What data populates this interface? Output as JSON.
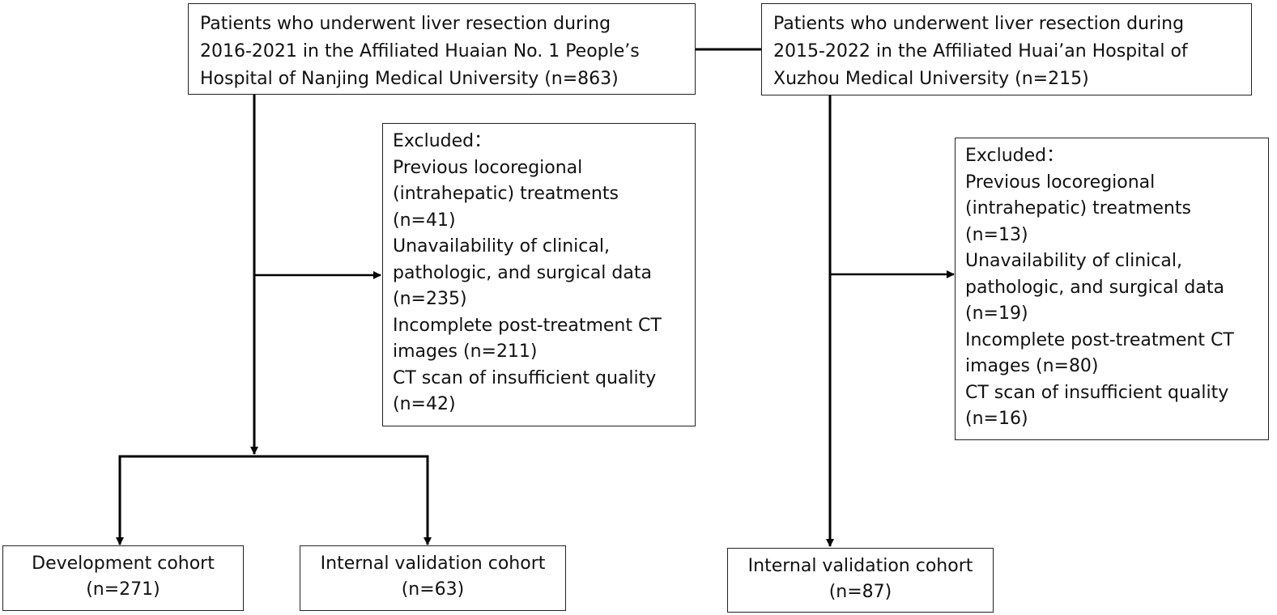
{
  "site1": {
    "source_lines": [
      "Patients who underwent liver resection during",
      "2016-2021 in the Affiliated Huaian No. 1 People’s",
      "Hospital of Nanjing Medical University (n=863)"
    ],
    "excluded_lines": [
      "Excluded：",
      "Previous locoregional",
      "(intrahepatic) treatments",
      "(n=41)",
      "Unavailability of clinical,",
      "pathologic, and surgical data",
      "(n=235)",
      "Incomplete post-treatment CT",
      "images (n=211)",
      "CT scan of insufficient quality",
      "(n=42)"
    ],
    "cohorts": [
      {
        "label": "Development cohort",
        "count": "(n=271)"
      },
      {
        "label": "Internal validation cohort",
        "count": "(n=63)"
      }
    ]
  },
  "site2": {
    "source_lines": [
      "Patients who underwent liver resection during",
      "2015-2022 in the Affiliated Huai’an Hospital of",
      "Xuzhou Medical University (n=215)"
    ],
    "excluded_lines": [
      "Excluded：",
      "Previous locoregional",
      "(intrahepatic) treatments",
      "(n=13)",
      "Unavailability of clinical,",
      "pathologic, and surgical data",
      "(n=19)",
      "Incomplete post-treatment CT",
      "images (n=80)",
      "CT scan of insufficient quality",
      "(n=16)"
    ],
    "cohorts": [
      {
        "label": "Internal validation cohort",
        "count": "(n=87)"
      }
    ]
  },
  "colors": {
    "line": "#000000",
    "border": "#222222",
    "text": "#111111"
  }
}
